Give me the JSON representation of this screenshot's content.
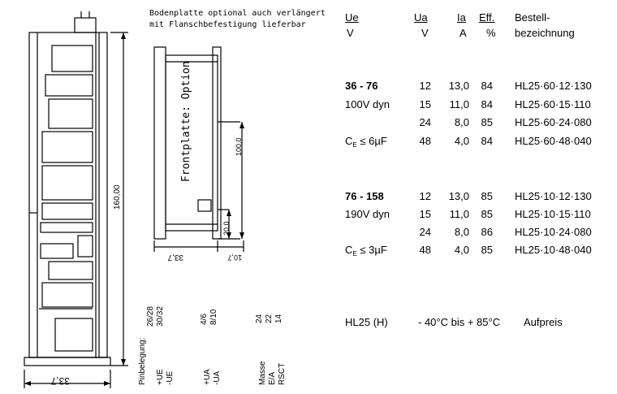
{
  "drawing": {
    "note_line1": "Bodenplatte optional auch verlängert",
    "note_line2": "mit Flanschbefestigung lieferbar",
    "dim_height": "160,00",
    "dim_width_side": "33,7",
    "dim_width_bottom": "33,7",
    "dim_inner_height": "100,0",
    "dim_small": "20,0",
    "dim_flange": "10,7",
    "frontplate_label": "Frontplatte: Option",
    "pin_title": "Pinbelegung:",
    "pins": [
      {
        "label": "+UE",
        "value": "26/28"
      },
      {
        "label": "-UE",
        "value": "30/32"
      },
      {
        "label": "+UA",
        "value": "4/6"
      },
      {
        "label": "-UA",
        "value": "8/10"
      },
      {
        "label": "Masse",
        "value": "24"
      },
      {
        "label": "E/A",
        "value": "22"
      },
      {
        "label": "RSCT",
        "value": "14"
      }
    ]
  },
  "table": {
    "headers": {
      "ue": "Ue",
      "ue_unit": "V",
      "ua": "Ua",
      "ua_unit": "V",
      "ia": "Ia",
      "ia_unit": "A",
      "eff": "Eff.",
      "eff_unit": "%",
      "order": "Bestell-",
      "order2": "bezeichnung"
    },
    "groups": [
      {
        "range": "36 - 76",
        "dyn": "100V dyn",
        "cap_prefix": "C",
        "cap_sub": "E",
        "cap_value": "≤ 6µF",
        "rows": [
          {
            "ua": "12",
            "ia": "13,0",
            "eff": "84",
            "code": "HL25·60·12·130"
          },
          {
            "ua": "15",
            "ia": "11,0",
            "eff": "84",
            "code": "HL25·60·15·110"
          },
          {
            "ua": "24",
            "ia": "8,0",
            "eff": "85",
            "code": "HL25·60·24·080"
          },
          {
            "ua": "48",
            "ia": "4,0",
            "eff": "84",
            "code": "HL25·60·48·040"
          }
        ]
      },
      {
        "range": "76 - 158",
        "dyn": "190V dyn",
        "cap_prefix": "C",
        "cap_sub": "E",
        "cap_value": "≤ 3µF",
        "rows": [
          {
            "ua": "12",
            "ia": "13,0",
            "eff": "85",
            "code": "HL25·10·12·130"
          },
          {
            "ua": "15",
            "ia": "11,0",
            "eff": "85",
            "code": "HL25·10·15·110"
          },
          {
            "ua": "24",
            "ia": "8,0",
            "eff": "86",
            "code": "HL25·10·24·080"
          },
          {
            "ua": "48",
            "ia": "4,0",
            "eff": "85",
            "code": "HL25·10·48·040"
          }
        ]
      }
    ],
    "option": {
      "model": "HL25 (H)",
      "range": "- 40°C bis + 85°C",
      "price": "Aufpreis"
    }
  }
}
